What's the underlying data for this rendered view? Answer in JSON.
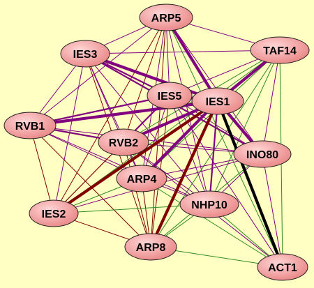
{
  "colors": {
    "background": "#ffffc4",
    "purple": "#800080",
    "green": "#2e8b20",
    "darkred": "#800000",
    "black": "#000000",
    "node_fill_light": "#ffd6d6",
    "node_fill_dark": "#e98585",
    "node_stroke": "#222222"
  },
  "nodes": [
    {
      "id": "ARP5",
      "label": "ARP5"
    },
    {
      "id": "IES3",
      "label": "IES3"
    },
    {
      "id": "TAF14",
      "label": "TAF14"
    },
    {
      "id": "IES5",
      "label": "IES5"
    },
    {
      "id": "IES1",
      "label": "IES1"
    },
    {
      "id": "RVB1",
      "label": "RVB1"
    },
    {
      "id": "RVB2",
      "label": "RVB2"
    },
    {
      "id": "INO80",
      "label": "INO80"
    },
    {
      "id": "ARP4",
      "label": "ARP4"
    },
    {
      "id": "NHP10",
      "label": "NHP10"
    },
    {
      "id": "IES2",
      "label": "IES2"
    },
    {
      "id": "ARP8",
      "label": "ARP8"
    },
    {
      "id": "ACT1",
      "label": "ACT1"
    }
  ],
  "edges": [
    {
      "source": "ARP5",
      "target": "IES3",
      "color": "purple",
      "weight": 1
    },
    {
      "source": "ARP5",
      "target": "TAF14",
      "color": "purple",
      "weight": 1
    },
    {
      "source": "ARP5",
      "target": "IES5",
      "color": "purple",
      "weight": 1
    },
    {
      "source": "ARP5",
      "target": "IES1",
      "color": "purple",
      "weight": 3
    },
    {
      "source": "ARP5",
      "target": "RVB1",
      "color": "purple",
      "weight": 1
    },
    {
      "source": "ARP5",
      "target": "RVB2",
      "color": "darkred",
      "weight": 1
    },
    {
      "source": "ARP5",
      "target": "INO80",
      "color": "purple",
      "weight": 1
    },
    {
      "source": "ARP5",
      "target": "ARP4",
      "color": "purple",
      "weight": 1
    },
    {
      "source": "ARP5",
      "target": "NHP10",
      "color": "purple",
      "weight": 1
    },
    {
      "source": "ARP5",
      "target": "ARP8",
      "color": "darkred",
      "weight": 1
    },
    {
      "source": "ARP5",
      "target": "IES2",
      "color": "darkred",
      "weight": 1
    },
    {
      "source": "ARP5",
      "target": "ACT1",
      "color": "green",
      "weight": 1
    },
    {
      "source": "IES3",
      "target": "TAF14",
      "color": "purple",
      "weight": 1
    },
    {
      "source": "IES3",
      "target": "IES5",
      "color": "purple",
      "weight": 2
    },
    {
      "source": "IES3",
      "target": "IES1",
      "color": "purple",
      "weight": 3
    },
    {
      "source": "IES3",
      "target": "RVB1",
      "color": "purple",
      "weight": 1
    },
    {
      "source": "IES3",
      "target": "RVB2",
      "color": "purple",
      "weight": 1
    },
    {
      "source": "IES3",
      "target": "INO80",
      "color": "purple",
      "weight": 2
    },
    {
      "source": "IES3",
      "target": "ARP4",
      "color": "purple",
      "weight": 1
    },
    {
      "source": "IES3",
      "target": "NHP10",
      "color": "purple",
      "weight": 1
    },
    {
      "source": "IES3",
      "target": "IES2",
      "color": "purple",
      "weight": 1
    },
    {
      "source": "IES3",
      "target": "ARP8",
      "color": "darkred",
      "weight": 1
    },
    {
      "source": "TAF14",
      "target": "IES5",
      "color": "purple",
      "weight": 1
    },
    {
      "source": "TAF14",
      "target": "IES1",
      "color": "purple",
      "weight": 3
    },
    {
      "source": "TAF14",
      "target": "RVB2",
      "color": "green",
      "weight": 1
    },
    {
      "source": "TAF14",
      "target": "INO80",
      "color": "purple",
      "weight": 1
    },
    {
      "source": "TAF14",
      "target": "ARP4",
      "color": "green",
      "weight": 1
    },
    {
      "source": "TAF14",
      "target": "NHP10",
      "color": "green",
      "weight": 1
    },
    {
      "source": "TAF14",
      "target": "IES2",
      "color": "green",
      "weight": 1
    },
    {
      "source": "TAF14",
      "target": "ARP8",
      "color": "green",
      "weight": 1
    },
    {
      "source": "TAF14",
      "target": "ACT1",
      "color": "green",
      "weight": 1
    },
    {
      "source": "IES5",
      "target": "IES1",
      "color": "purple",
      "weight": 3
    },
    {
      "source": "IES5",
      "target": "RVB1",
      "color": "purple",
      "weight": 2
    },
    {
      "source": "IES5",
      "target": "RVB2",
      "color": "purple",
      "weight": 2
    },
    {
      "source": "IES5",
      "target": "INO80",
      "color": "purple",
      "weight": 1
    },
    {
      "source": "IES5",
      "target": "ARP4",
      "color": "purple",
      "weight": 1
    },
    {
      "source": "IES5",
      "target": "NHP10",
      "color": "purple",
      "weight": 1
    },
    {
      "source": "IES5",
      "target": "IES2",
      "color": "darkred",
      "weight": 1
    },
    {
      "source": "IES5",
      "target": "ARP8",
      "color": "darkred",
      "weight": 1
    },
    {
      "source": "IES5",
      "target": "ACT1",
      "color": "purple",
      "weight": 1
    },
    {
      "source": "IES1",
      "target": "RVB1",
      "color": "purple",
      "weight": 3
    },
    {
      "source": "IES1",
      "target": "RVB2",
      "color": "purple",
      "weight": 3
    },
    {
      "source": "IES1",
      "target": "INO80",
      "color": "purple",
      "weight": 3
    },
    {
      "source": "IES1",
      "target": "ARP4",
      "color": "purple",
      "weight": 3
    },
    {
      "source": "IES1",
      "target": "NHP10",
      "color": "purple",
      "weight": 2
    },
    {
      "source": "IES1",
      "target": "IES2",
      "color": "darkred",
      "weight": 3
    },
    {
      "source": "IES1",
      "target": "ARP8",
      "color": "darkred",
      "weight": 3
    },
    {
      "source": "IES1",
      "target": "ACT1",
      "color": "black",
      "weight": 3
    },
    {
      "source": "RVB1",
      "target": "RVB2",
      "color": "purple",
      "weight": 2
    },
    {
      "source": "RVB1",
      "target": "INO80",
      "color": "purple",
      "weight": 1
    },
    {
      "source": "RVB1",
      "target": "ARP4",
      "color": "purple",
      "weight": 1
    },
    {
      "source": "RVB1",
      "target": "NHP10",
      "color": "purple",
      "weight": 1
    },
    {
      "source": "RVB1",
      "target": "IES2",
      "color": "darkred",
      "weight": 1
    },
    {
      "source": "RVB1",
      "target": "ARP8",
      "color": "darkred",
      "weight": 1
    },
    {
      "source": "RVB2",
      "target": "INO80",
      "color": "purple",
      "weight": 1
    },
    {
      "source": "RVB2",
      "target": "ARP4",
      "color": "purple",
      "weight": 1
    },
    {
      "source": "RVB2",
      "target": "NHP10",
      "color": "purple",
      "weight": 1
    },
    {
      "source": "RVB2",
      "target": "IES2",
      "color": "darkred",
      "weight": 1
    },
    {
      "source": "RVB2",
      "target": "ARP8",
      "color": "darkred",
      "weight": 1
    },
    {
      "source": "RVB2",
      "target": "ACT1",
      "color": "purple",
      "weight": 1
    },
    {
      "source": "INO80",
      "target": "ARP4",
      "color": "purple",
      "weight": 1
    },
    {
      "source": "INO80",
      "target": "NHP10",
      "color": "purple",
      "weight": 1
    },
    {
      "source": "INO80",
      "target": "IES2",
      "color": "purple",
      "weight": 1
    },
    {
      "source": "INO80",
      "target": "ARP8",
      "color": "green",
      "weight": 1
    },
    {
      "source": "INO80",
      "target": "ACT1",
      "color": "purple",
      "weight": 1
    },
    {
      "source": "ARP4",
      "target": "NHP10",
      "color": "purple",
      "weight": 1
    },
    {
      "source": "ARP4",
      "target": "IES2",
      "color": "green",
      "weight": 1
    },
    {
      "source": "ARP4",
      "target": "ARP8",
      "color": "darkred",
      "weight": 1
    },
    {
      "source": "ARP4",
      "target": "ACT1",
      "color": "green",
      "weight": 1
    },
    {
      "source": "NHP10",
      "target": "IES2",
      "color": "green",
      "weight": 1
    },
    {
      "source": "NHP10",
      "target": "ARP8",
      "color": "green",
      "weight": 1
    },
    {
      "source": "NHP10",
      "target": "ACT1",
      "color": "green",
      "weight": 1
    },
    {
      "source": "IES2",
      "target": "ARP8",
      "color": "darkred",
      "weight": 1
    },
    {
      "source": "ARP8",
      "target": "ACT1",
      "color": "green",
      "weight": 1
    }
  ]
}
